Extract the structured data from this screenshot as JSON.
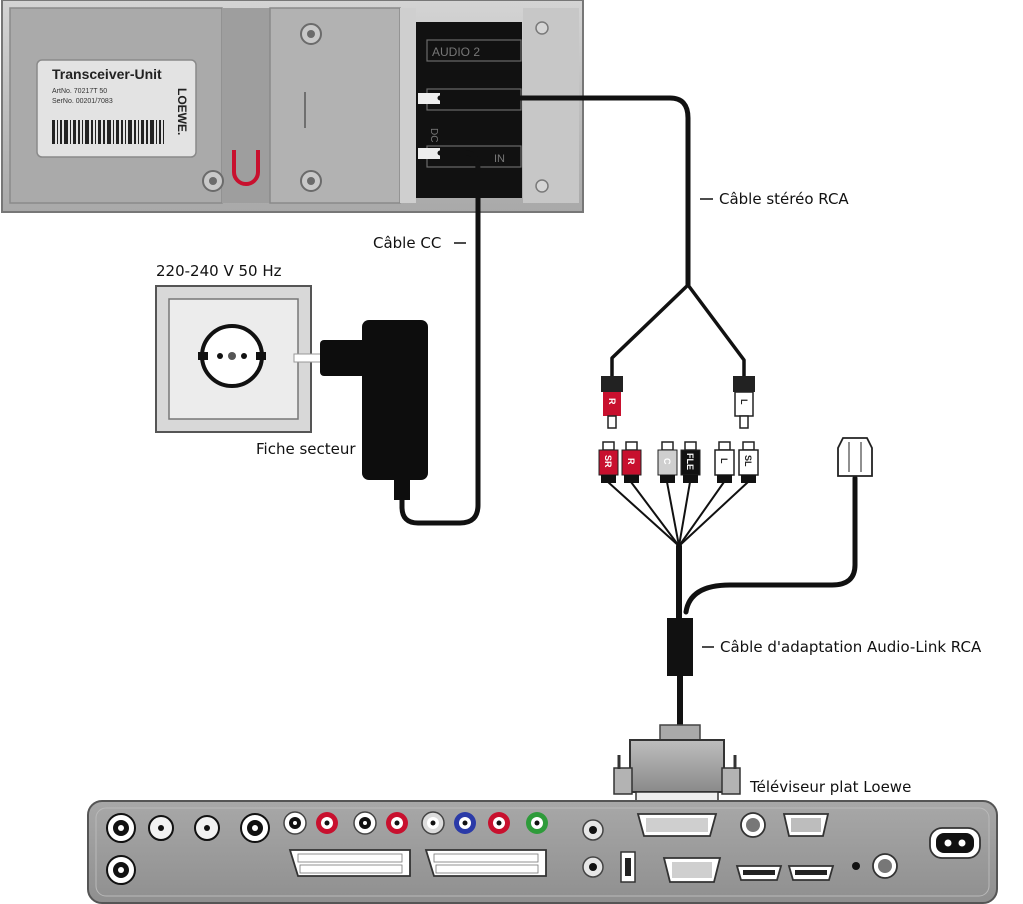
{
  "transceiver": {
    "sticker_title": "Transceiver-Unit",
    "sticker_line1": "ArtNo. 70217T 50",
    "sticker_line2": "SerNo. 00201/7083",
    "brand": "LOEWE.",
    "port_audio2": "AUDIO 2",
    "port_in": "IN",
    "port_dc": "DC"
  },
  "labels": {
    "stereo_cable": "Câble stéréo RCA",
    "dc_cable": "Câble CC",
    "voltage": "220-240 V 50 Hz",
    "mains_plug": "Fiche secteur",
    "adapter_cable": "Câble d'adaptation Audio-Link RCA",
    "tv": "Téléviseur plat Loewe"
  },
  "connectors": {
    "top_left": "R",
    "top_right": "L",
    "group": [
      "SR",
      "R",
      "C",
      "FLE",
      "L",
      "SL"
    ]
  },
  "colors": {
    "red_plug": "#c8102e",
    "panel_grey": "#b7b7b7",
    "dark_panel": "#111111",
    "green_jack": "#2e9b3a",
    "blue_jack": "#2a3aa8"
  }
}
